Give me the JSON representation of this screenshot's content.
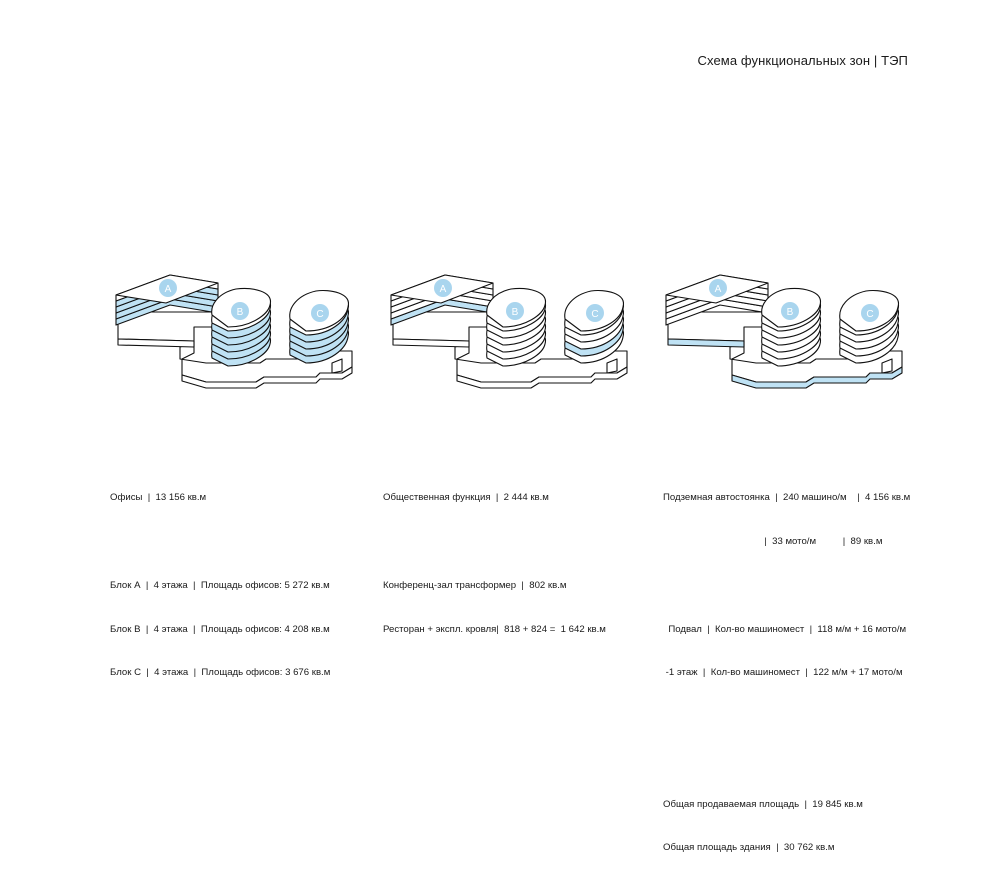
{
  "title": "Схема функциональных зон | ТЭП",
  "colors": {
    "highlight": "#bfe2f4",
    "circle": "#a9d5ee",
    "stroke": "#111111"
  },
  "diagrams": [
    {
      "highlight": "offices"
    },
    {
      "highlight": "public"
    },
    {
      "highlight": "parking"
    }
  ],
  "blocks": {
    "offices": [
      "Офисы  |  13 156 кв.м",
      "",
      "Блок А  |  4 этажа  |  Площадь офисов: 5 272 кв.м",
      "Блок В  |  4 этажа  |  Площадь офисов: 4 208 кв.м",
      "Блок С  |  4 этажа  |  Площадь офисов: 3 676 кв.м"
    ],
    "public": [
      "Общественная функция  |  2 444 кв.м",
      "",
      "Конференц-зал трансформер  |  802 кв.м",
      "Ресторан + экспл. кровля|  818 + 824 =  1 642 кв.м"
    ],
    "parking": [
      "Подземная автостоянка  |  240 машино/м    |  4 156 кв.м",
      "                                      |  33 мото/м          |  89 кв.м",
      "",
      "  Подвал  |  Кол-во машиномест  |  118 м/м + 16 мото/м",
      " -1 этаж  |  Кол-во машиномест  |  122 м/м + 17 мото/м",
      "",
      "",
      "Общая продаваемая площадь  |  19 845 кв.м",
      "Общая площадь здания  |  30 762 кв.м"
    ]
  }
}
